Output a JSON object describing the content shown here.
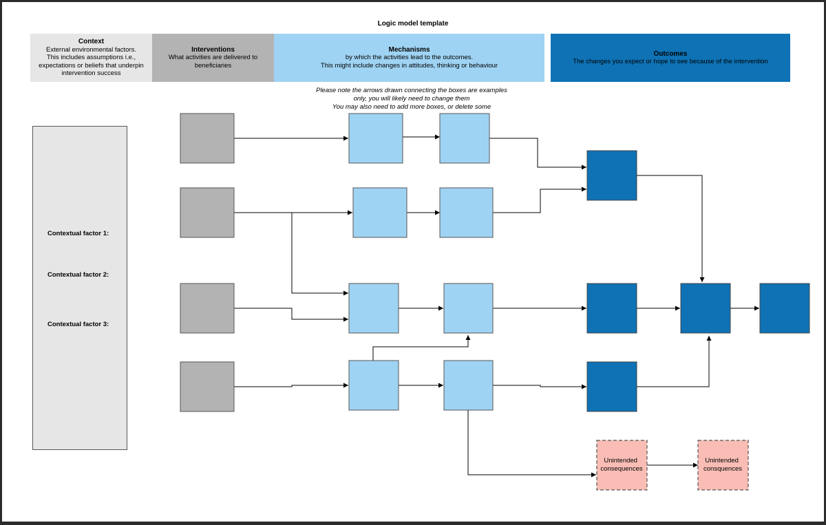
{
  "title": "Logic model template",
  "columns": [
    {
      "heading": "Context",
      "body": [
        "External environmental factors.",
        "This includes assumptions i.e.,",
        "expectations or beliefs that underpin",
        "intervention success"
      ],
      "color": "#e6e6e6"
    },
    {
      "heading": "Interventions",
      "body": [
        "What activities are delivered to",
        "beneficiaries"
      ],
      "color": "#b3b3b3"
    },
    {
      "heading": "Mechanisms",
      "body": [
        "by which the activities lead to the outcomes.",
        "This might include changes in attitudes, thinking or behaviour"
      ],
      "color": "#9fd3f3"
    },
    {
      "heading": "Outcomes",
      "body": [
        "The changes you expect or hope to see because of the intervention"
      ],
      "color": "#0e72b5"
    }
  ],
  "note": [
    "Please note the arrows drawn connecting the boxes are examples",
    "only, you will likely need to change them",
    "You may also need to add more boxes, or delete some"
  ],
  "context_factors": [
    "Contextual factor 1:",
    "Contextual factor 2:",
    "Contextual factor 3:"
  ],
  "unintended": [
    "Unintended consequences",
    "Unintended consquences"
  ],
  "colors": {
    "intervention": "#b3b3b3",
    "mechanism": "#9fd3f3",
    "outcome": "#0e72b5",
    "unintended": "#f9bdb5",
    "unintended_border": "#555555",
    "context": "#e6e6e6"
  }
}
